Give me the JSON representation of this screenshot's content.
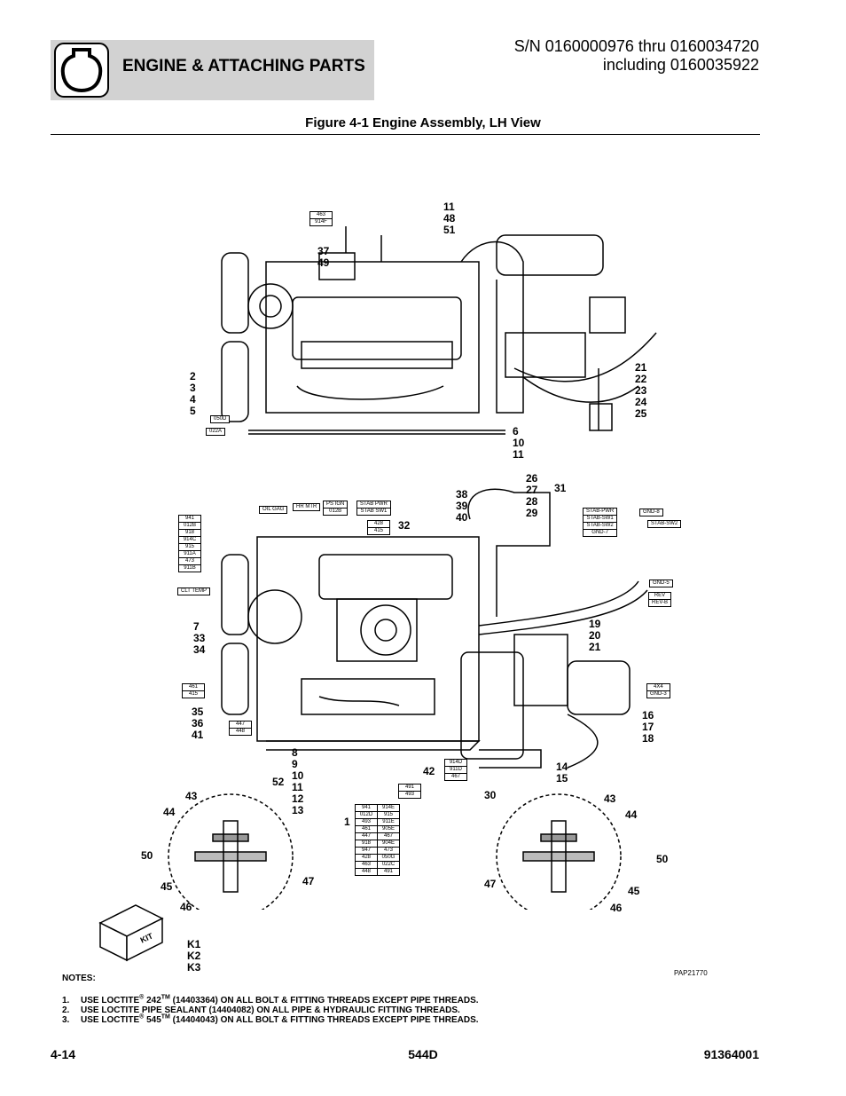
{
  "header": {
    "section_title": "ENGINE & ATTACHING PARTS",
    "sn_line1": "S/N 0160000976 thru 0160034720",
    "sn_line2": "including 0160035922"
  },
  "figure": {
    "title": "Figure 4-1 Engine Assembly, LH View",
    "pap_id": "PAP21770",
    "kit_label": "KIT"
  },
  "callouts": {
    "c_11_48_51": "11\n48\n51",
    "c_37_49": "37\n49",
    "c_2_3_4_5": "2\n3\n4\n5",
    "c_21_25": "21\n22\n23\n24\n25",
    "c_6_10_11": "6\n10\n11",
    "c_26_29": "26\n27\n28\n29",
    "c_31": "31",
    "c_38_40": "38\n39\n40",
    "c_32": "32",
    "c_7_33_34": "7\n33\n34",
    "c_19_21": "19\n20\n21",
    "c_35_36_41": "35\n36\n41",
    "c_16_18": "16\n17\n18",
    "c_8_13": "8\n9\n10\n11\n12\n13",
    "c_52": "52",
    "c_42": "42",
    "c_14_15": "14\n15",
    "c_30": "30",
    "c_1": "1",
    "c_43_left": "43",
    "c_44_left": "44",
    "c_50_left": "50",
    "c_45_left": "45",
    "c_46_left": "46",
    "c_47_left": "47",
    "c_43_right": "43",
    "c_44_right": "44",
    "c_50_right": "50",
    "c_45_right": "45",
    "c_46_right": "46",
    "c_47_right": "47",
    "c_kits": "K1\nK2\nK3"
  },
  "wire_tables": {
    "top_463": [
      "463",
      "914F"
    ],
    "top_050d": "050D",
    "top_022a": "022A",
    "oil_gag": "OIL GAG",
    "hr_mtr": "HR MTR",
    "ps_ign": [
      "PS IGN",
      "012B"
    ],
    "stab": [
      "STAB PWR",
      "STAB SW1"
    ],
    "t428": [
      "428",
      "415"
    ],
    "left_list": [
      "941",
      "012B",
      "918",
      "914C",
      "915",
      "911A",
      "473",
      "911B"
    ],
    "clt_temp": "CLT TEMP",
    "t461": [
      "461",
      "415"
    ],
    "t447": [
      "447",
      "448"
    ],
    "stab_right": [
      "STAB-PWR",
      "STAB-SW1",
      "STAB-SW2",
      "GND-7"
    ],
    "gnd8": "GND-8",
    "stab_sw2": "STAB-SW2",
    "gnd5": "GND-5",
    "rev": [
      "REV",
      "REV-B"
    ],
    "fx4": [
      "4X4",
      "GND-3"
    ],
    "t914d": [
      "914D",
      "911D",
      "467"
    ],
    "t491": [
      "491",
      "493"
    ],
    "big": [
      [
        "941",
        "914E"
      ],
      [
        "012D",
        "915"
      ],
      [
        "493",
        "911E"
      ],
      [
        "461",
        "905E"
      ],
      [
        "447",
        "467"
      ],
      [
        "918",
        "904E"
      ],
      [
        "947",
        "473"
      ],
      [
        "428",
        "050G"
      ],
      [
        "463",
        "022C"
      ],
      [
        "448",
        "491"
      ]
    ]
  },
  "notes": {
    "title": "NOTES:",
    "n1_num": "1.",
    "n1_a": "USE LOCTITE",
    "n1_reg": "®",
    "n1_b": " 242",
    "n1_tm": "TM",
    "n1_c": " (14403364) ON ALL BOLT & FITTING THREADS EXCEPT PIPE THREADS.",
    "n2_num": "2.",
    "n2": "USE LOCTITE PIPE SEALANT (14404082) ON ALL PIPE & HYDRAULIC FITTING THREADS.",
    "n3_num": "3.",
    "n3_a": "USE LOCTITE",
    "n3_reg": "®",
    "n3_b": " 545",
    "n3_tm": "TM",
    "n3_c": " (14404043) ON ALL BOLT & FITTING THREADS EXCEPT PIPE THREADS."
  },
  "footer": {
    "page": "4-14",
    "model": "544D",
    "doc_number": "91364001"
  }
}
